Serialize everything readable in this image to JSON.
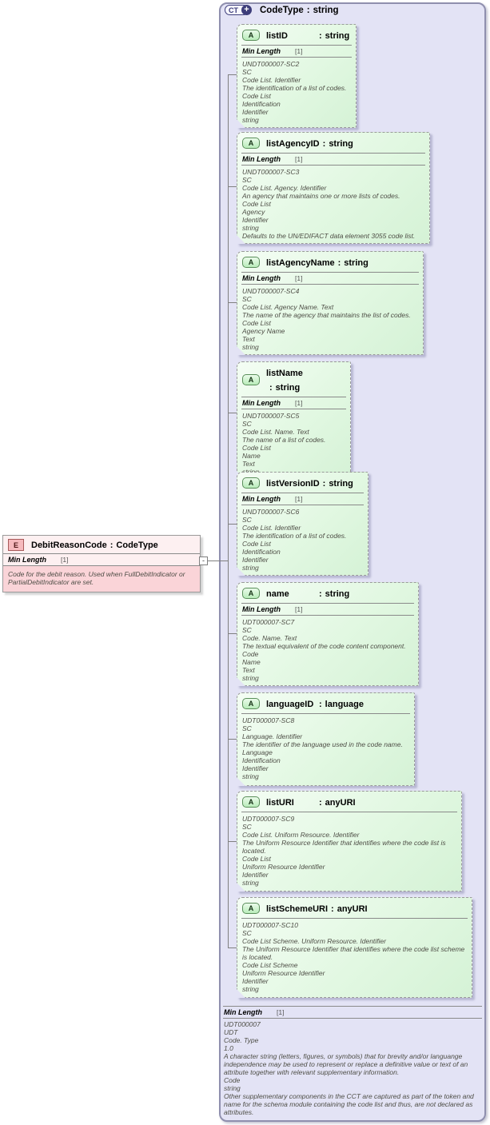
{
  "labels": {
    "sep": ":"
  },
  "icons": {
    "complex_type": "CT",
    "plus": "+",
    "attribute": "A",
    "element": "E",
    "collapse": "-"
  },
  "colors": {
    "container_bg": "#e3e3f5",
    "attribute_bg": "#e2f8e2",
    "element_bg": "#fdf0f1",
    "element_annotation_bg": "#fad4d8",
    "icon_navy": "#3d3d7a",
    "icon_green_border": "#5b8f5b",
    "icon_pink": "#f6b9bd"
  },
  "complex_type": {
    "name": "CodeType",
    "type": "string",
    "facet_name": "Min Length",
    "facet_cardinality": "[1]",
    "annotation": "UDT000007\nUDT\nCode. Type\n1.0\nA character string (letters, figures, or symbols) that for brevity and/or languange independence may be used to represent or replace a definitive value or text of an attribute together with relevant supplementary information.\nCode\nstring\nOther supplementary components in the CCT are captured as part of the token and name for the schema module containing the code list and thus, are not declared as attributes."
  },
  "element": {
    "name": "DebitReasonCode",
    "type": "CodeType",
    "facet_name": "Min Length",
    "facet_cardinality": "[1]",
    "annotation": "Code for the debit reason. Used when FullDebitIndicator or PartialDebitIndicator are set."
  },
  "attributes": [
    {
      "name": "listID",
      "type": "string",
      "facet_name": "Min Length",
      "facet_cardinality": "[1]",
      "annotation": "UNDT000007-SC2\nSC\nCode List. Identifier\nThe identification of a list of codes.\nCode List\nIdentification\nIdentifier\nstring"
    },
    {
      "name": "listAgencyID",
      "type": "string",
      "facet_name": "Min Length",
      "facet_cardinality": "[1]",
      "annotation": "UNDT000007-SC3\nSC\nCode List. Agency. Identifier\nAn agency that maintains one or more lists of codes.\nCode List\nAgency\nIdentifier\nstring\nDefaults to the UN/EDIFACT data element 3055 code list."
    },
    {
      "name": "listAgencyName",
      "type": "string",
      "facet_name": "Min Length",
      "facet_cardinality": "[1]",
      "annotation": "UNDT000007-SC4\nSC\nCode List. Agency Name. Text\nThe name of the agency that maintains the list of codes.\nCode List\nAgency Name\nText\nstring"
    },
    {
      "name": "listName",
      "type": "string",
      "facet_name": "Min Length",
      "facet_cardinality": "[1]",
      "annotation": "UNDT000007-SC5\nSC\nCode List. Name. Text\nThe name of a list of codes.\nCode List\nName\nText\nstring"
    },
    {
      "name": "listVersionID",
      "type": "string",
      "facet_name": "Min Length",
      "facet_cardinality": "[1]",
      "annotation": "UNDT000007-SC6\nSC\nCode List. Identifier\nThe identification of a list of codes.\nCode List\nIdentification\nIdentifier\nstring"
    },
    {
      "name": "name",
      "type": "string",
      "facet_name": "Min Length",
      "facet_cardinality": "[1]",
      "annotation": "UDT000007-SC7\nSC\nCode. Name. Text\nThe textual equivalent of the code content component.\nCode\nName\nText\nstring"
    },
    {
      "name": "languageID",
      "type": "language",
      "annotation": "UDT000007-SC8\nSC\nLanguage. Identifier\nThe identifier of the language used in the code name.\nLanguage\nIdentification\nIdentifier\nstring"
    },
    {
      "name": "listURI",
      "type": "anyURI",
      "annotation": "UDT000007-SC9\nSC\nCode List. Uniform Resource. Identifier\nThe Uniform Resource Identifier that identifies where the code list is located.\nCode List\nUniform Resource Identifier\nIdentifier\nstring"
    },
    {
      "name": "listSchemeURI",
      "type": "anyURI",
      "annotation": "UDT000007-SC10\nSC\nCode List Scheme. Uniform Resource. Identifier\nThe Uniform Resource Identifier that identifies where the code list scheme is located.\nCode List Scheme\nUniform Resource Identifier\nIdentifier\nstring"
    }
  ]
}
